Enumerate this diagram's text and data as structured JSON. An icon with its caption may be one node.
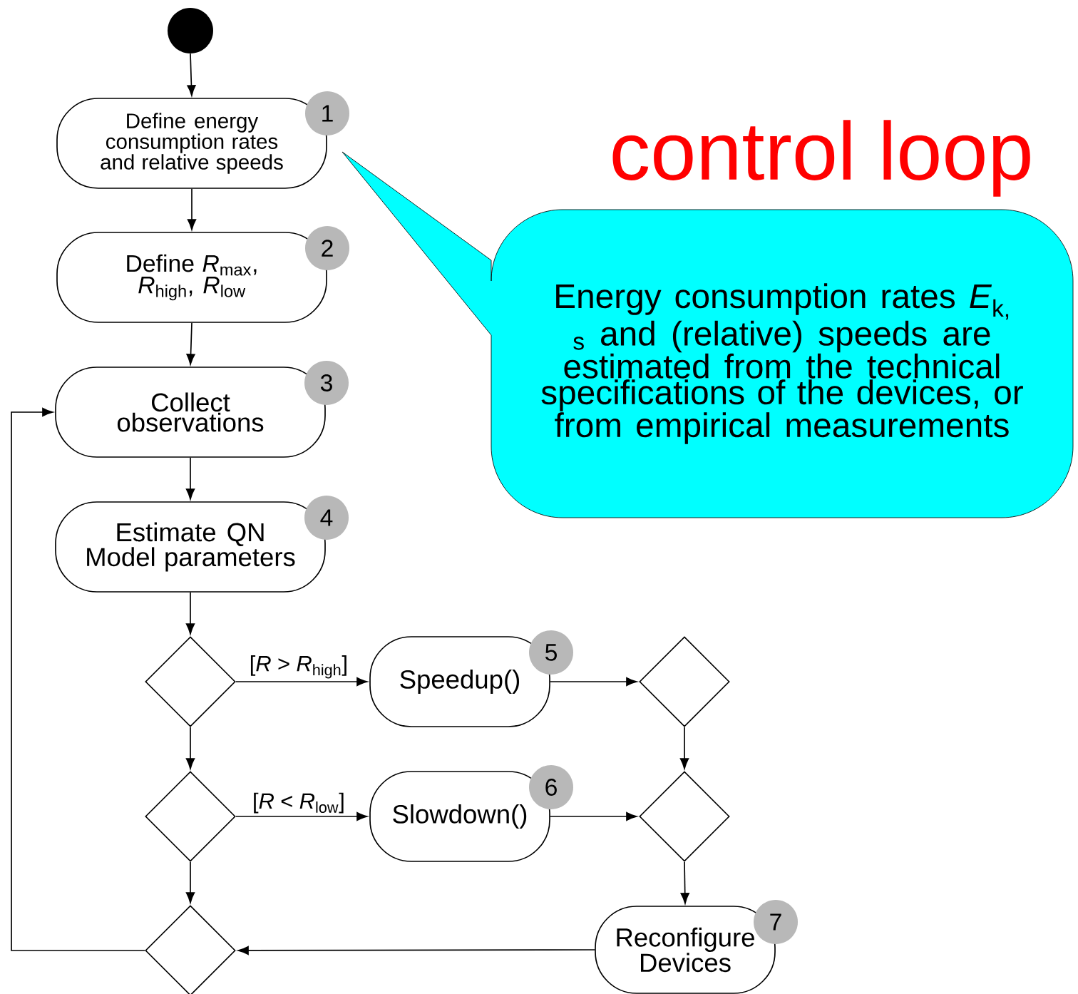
{
  "diagram": {
    "title": "control loop",
    "nodes": [
      {
        "text": [],
        "shape": "circle"
      },
      {
        "text": [
          "Define energy consumption rates and relative speeds"
        ],
        "beside": [
          "1"
        ]
      },
      {
        "text": [
          "Define *R*$_{max}$, *R*$_{high}$, *R*$_{low}$"
        ],
        "beside": [
          "2"
        ]
      },
      {
        "text": [
          "Collect observations"
        ],
        "beside": [
          "3"
        ]
      },
      {
        "text": [
          "Estimate QN Model parameters"
        ],
        "beside": [
          "4"
        ]
      },
      {
        "text": [],
        "shape": "diamond"
      },
      {
        "text": [
          "Speedup()"
        ],
        "beside": [
          "5"
        ]
      },
      {
        "text": [],
        "shape": "diamond"
      },
      {
        "text": [],
        "shape": "diamond"
      },
      {
        "text": [
          "Slowdown()"
        ],
        "beside": [
          "6"
        ]
      },
      {
        "text": [],
        "shape": "diamond"
      },
      {
        "text": [
          "Reconfigure Devices"
        ],
        "beside": [
          "7"
        ]
      },
      {
        "text": [],
        "shape": "diamond"
      },
      {
        "text": [
          "Energy consumption rates *E*$_{k,}$ $_{s}$ and (relative) speeds are estimated from the technical specifications of the devices, or from empirical measurements"
        ]
      }
    ],
    "edges": [
      {
        "from": 0,
        "to": 1,
        "arrow": "to"
      },
      {
        "from": 1,
        "to": 2,
        "arrow": "to"
      },
      {
        "from": 2,
        "to": 3,
        "arrow": "to"
      },
      {
        "from": 3,
        "to": 4,
        "arrow": "to"
      },
      {
        "from": 4,
        "to": 5,
        "arrow": "to"
      },
      {
        "from": 5,
        "to": 6,
        "arrow": "to",
        "label": "[*R* > *R*$_{high}$]"
      },
      {
        "from": 6,
        "to": 7,
        "arrow": "to"
      },
      {
        "from": 5,
        "to": 8,
        "arrow": "to"
      },
      {
        "from": 8,
        "to": 9,
        "arrow": "to",
        "label": "[*R* < *R*$_{low}$]"
      },
      {
        "from": 9,
        "to": 10,
        "arrow": "to"
      },
      {
        "from": 7,
        "to": 10,
        "arrow": "to"
      },
      {
        "from": 8,
        "to": 12,
        "arrow": "to"
      },
      {
        "from": 10,
        "to": 11,
        "arrow": "to"
      },
      {
        "from": 11,
        "to": 12,
        "arrow": "to"
      },
      {
        "from": 12,
        "to": 3,
        "arrow": "to"
      }
    ]
  }
}
